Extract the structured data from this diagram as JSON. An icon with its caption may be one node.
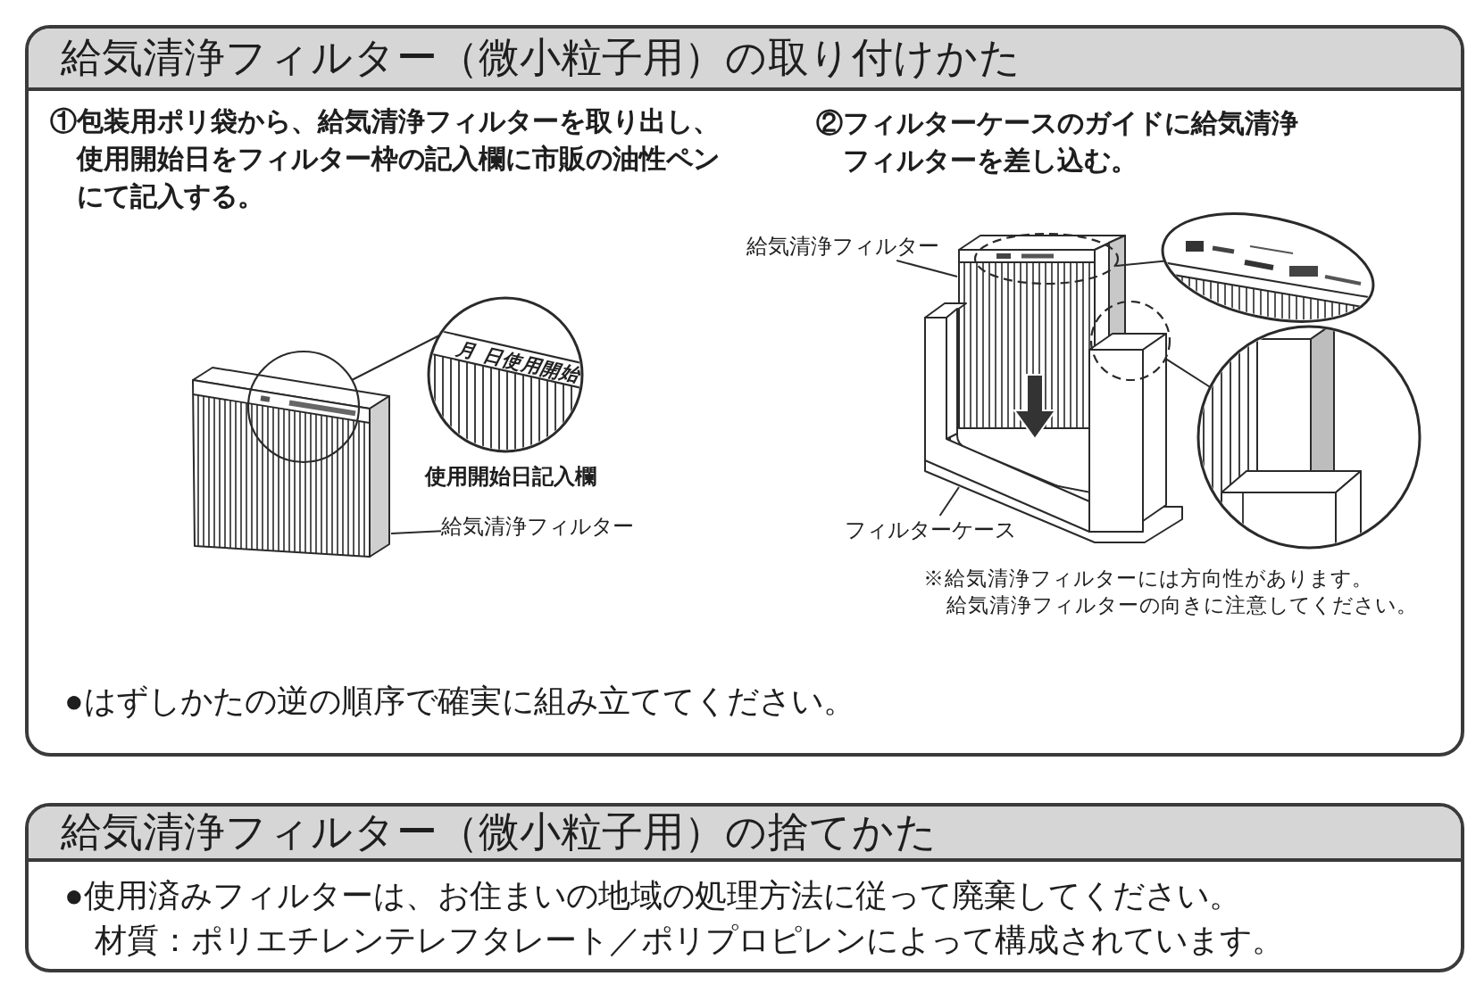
{
  "diagram": {
    "nodes": [
      {
        "text": [
          "給気清浄フィルター（微小粒子用）の取り付けかた"
        ]
      },
      {
        "text": [
          "給気清浄フィルター"
        ],
        "in": 0
      },
      {
        "text": [
          "給気清浄フィルター"
        ],
        "in": 0
      },
      {
        "text": [
          "フィルターケース"
        ],
        "in": 0
      },
      {
        "text": [
          "給気清浄フィルター（微小粒子用）の捨てかた",
          "●使用済みフィルターは、お住まいの地域の処理方法に従って廃棄してください。",
          "材質：ポリエチレンテレフタレート／ポリプロピレンによって構成されています。"
        ]
      }
    ],
    "edges": [
      {
        "from": 1,
        "to": null,
        "arrow": "none"
      },
      {
        "from": 2,
        "to": null,
        "arrow": "none"
      },
      {
        "from": 3,
        "to": null,
        "arrow": "none"
      }
    ],
    "labels": [
      "①包装用ポリ袋から、給気清浄フィルターを取り出し、使用開始日をフィルター枠の記入欄に市販の油性ペンにて記入する。",
      "②フィルターケースのガイドに給気清浄フィルターを差し込む。",
      "月",
      "日使用開始",
      "使用開始日記入欄",
      "※給気清浄フィルターには方向性があります。",
      "給気清浄フィルターの向きに注意してください。",
      "●はずしかたの逆の順序で確実に組み立ててください。"
    ]
  }
}
